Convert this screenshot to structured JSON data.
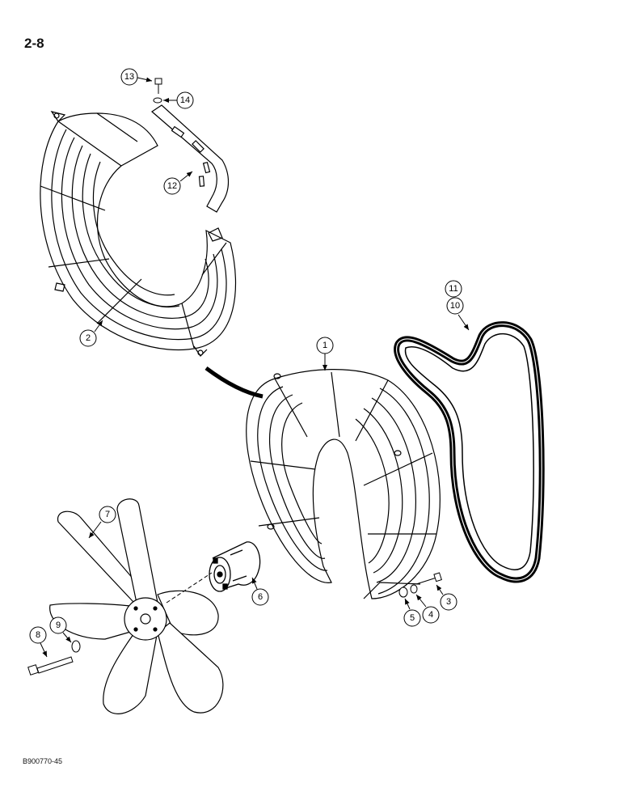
{
  "page": {
    "number": "2-8",
    "figure_id": "B900770-45"
  },
  "callouts": [
    {
      "id": "c1",
      "label": "1",
      "part": "fan guard (right half)"
    },
    {
      "id": "c2",
      "label": "2",
      "part": "fan guard (left half)"
    },
    {
      "id": "c3",
      "label": "3",
      "part": "bolt"
    },
    {
      "id": "c4",
      "label": "4",
      "part": "lock washer"
    },
    {
      "id": "c5",
      "label": "5",
      "part": "washer"
    },
    {
      "id": "c6",
      "label": "6",
      "part": "fan spacer"
    },
    {
      "id": "c7",
      "label": "7",
      "part": "fan"
    },
    {
      "id": "c8",
      "label": "8",
      "part": "bolt"
    },
    {
      "id": "c9",
      "label": "9",
      "part": "lock washer"
    },
    {
      "id": "c10",
      "label": "10",
      "part": "belt"
    },
    {
      "id": "c11",
      "label": "11",
      "part": "belt"
    },
    {
      "id": "c12",
      "label": "12",
      "part": "guard bracket"
    },
    {
      "id": "c13",
      "label": "13",
      "part": "bolt"
    },
    {
      "id": "c14",
      "label": "14",
      "part": "lock washer"
    }
  ]
}
